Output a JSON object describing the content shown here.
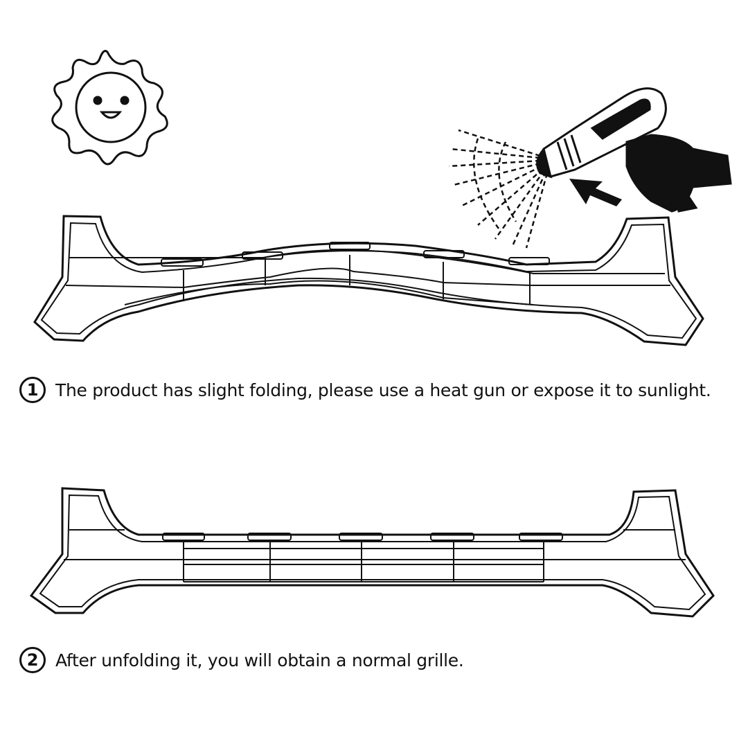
{
  "steps": [
    {
      "number": "1",
      "text": "The product has slight folding, please use a heat gun or expose it to sunlight."
    },
    {
      "number": "2",
      "text": "After unfolding it, you will obtain a normal grille."
    }
  ],
  "icons": [
    "sun-icon",
    "heat-gun-icon",
    "arrow-icon"
  ],
  "colors": {
    "line": "#111111",
    "background": "#ffffff"
  }
}
